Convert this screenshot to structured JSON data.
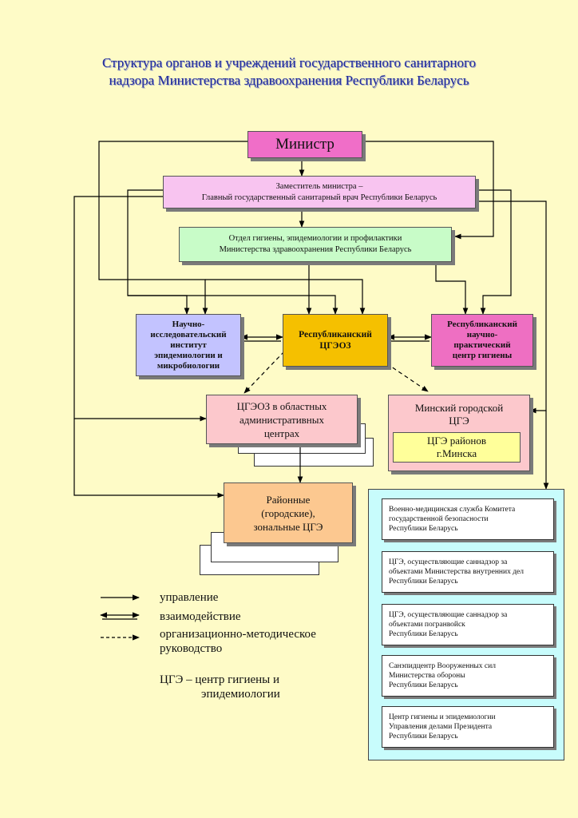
{
  "title": {
    "line1": "Структура органов и учреждений государственного санитарного",
    "line2": "надзора Министерства здравоохранения Республики Беларусь"
  },
  "nodes": {
    "minister": "Министр",
    "deputy": {
      "line1": "Заместитель министра –",
      "line2": "Главный государственный санитарный врач Республики Беларусь"
    },
    "department": {
      "line1": "Отдел гигиены, эпидемиологии и профилактики",
      "line2": "Министерства здравоохранения Республики Беларусь"
    },
    "research_institute": [
      "Научно-",
      "исследовательский",
      "институт",
      "эпидемиологии и",
      "микробиологии"
    ],
    "republican_center": [
      "Республиканский",
      "ЦГЭОЗ"
    ],
    "hygiene_center": [
      "Республиканский",
      "научно-",
      "практический",
      "центр гигиены"
    ],
    "regional_centers": [
      "ЦГЭОЗ в областных",
      "административных",
      "центрах"
    ],
    "minsk_city": [
      "Минский городской",
      "ЦГЭ"
    ],
    "minsk_districts": [
      "ЦГЭ районов",
      "г.Минска"
    ],
    "district_centers": [
      "Районные",
      "(городские),",
      "зональные ЦГЭ"
    ]
  },
  "departmental": [
    [
      "Военно-медицинская служба Комитета",
      "государственной безопасности",
      "Республики Беларусь"
    ],
    [
      "ЦГЭ, осуществляющие саннадзор за",
      "объектами Министерства внутренних дел",
      "Республики Беларусь"
    ],
    [
      "ЦГЭ, осуществляющие саннадзор за",
      "объектами погранвойск",
      "Республики Беларусь"
    ],
    [
      "Санэпидцентр Вооруженных сил",
      "Министерства обороны",
      "Республики Беларусь"
    ],
    [
      "Центр гигиены и эпидемиологии",
      "Управления делами Президента",
      "Республики Беларусь"
    ]
  ],
  "legend": {
    "management": "управление",
    "interaction": "взаимодействие",
    "methodical_line1": "организационно-методическое",
    "methodical_line2": "руководство",
    "abbr_line1": "ЦГЭ – центр гигиены и",
    "abbr_line2": "эпидемиологии"
  },
  "colors": {
    "background": "#fefbc7",
    "minister": "#f06ec8",
    "deputy": "#f8c4f0",
    "department": "#c8fcc8",
    "research_institute": "#c3c3ff",
    "republican_center": "#f5c000",
    "hygiene_center": "#ee6fc2",
    "regional_centers": "#fcc8cc",
    "minsk_city": "#fcc8cc",
    "minsk_districts": "#ffff9a",
    "district_centers": "#fcc890",
    "departmental_panel": "#c8fcfc",
    "title": "#1f2a9a"
  }
}
